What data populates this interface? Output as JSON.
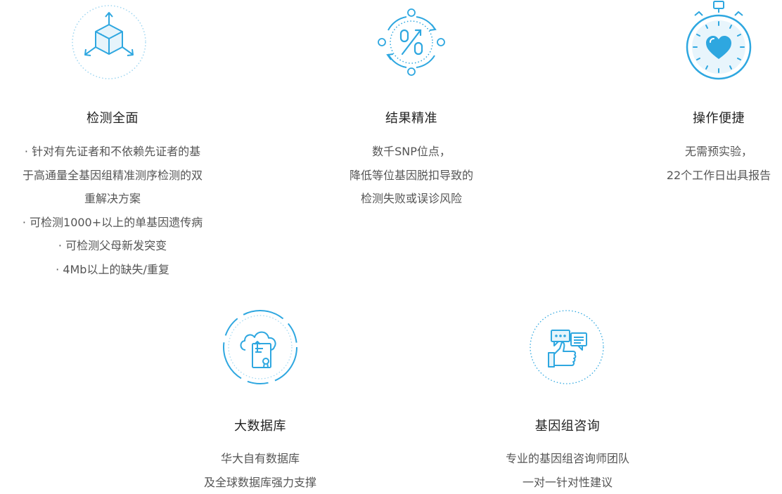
{
  "accent_color": "#2ea7e0",
  "light_accent_color": "#9fd6f1",
  "features": [
    {
      "icon": "cube-arrows-icon",
      "title": "检测全面",
      "lines": [
        "· 针对有先证者和不依赖先证者的基",
        "于高通量全基因组精准测序检测的双",
        "重解决方案",
        "· 可检测1000+以上的单基因遗传病",
        "· 可检测父母新发突变",
        "· 4Mb以上的缺失/重复"
      ]
    },
    {
      "icon": "percent-cycle-icon",
      "title": "结果精准",
      "lines": [
        "数千SNP位点，",
        "降低等位基因脱扣导致的",
        "检测失败或误诊风险"
      ]
    },
    {
      "icon": "stopwatch-heart-icon",
      "title": "操作便捷",
      "lines": [
        "无需预实验，",
        "22个工作日出具报告"
      ]
    },
    {
      "icon": "cloud-database-icon",
      "title": "大数据库",
      "lines": [
        "华大自有数据库",
        "及全球数据库强力支撑"
      ]
    },
    {
      "icon": "consult-thumbs-up-icon",
      "title": "基因组咨询",
      "lines": [
        "专业的基因组咨询师团队",
        "一对一针对性建议"
      ]
    }
  ]
}
